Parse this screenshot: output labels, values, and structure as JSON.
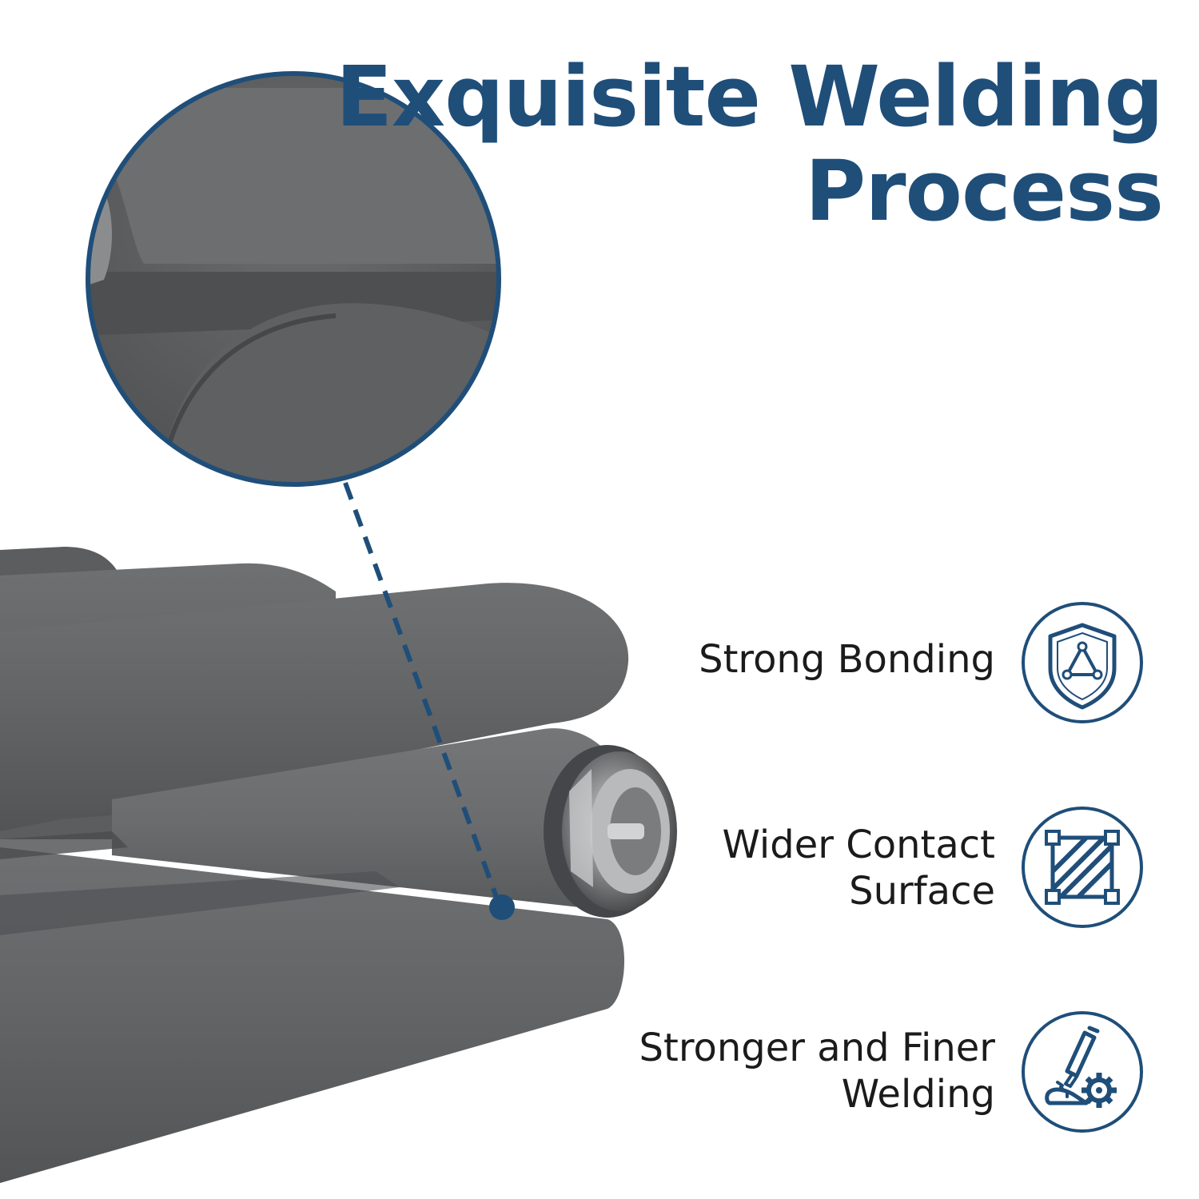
{
  "title": {
    "line1": "Exquisite Welding",
    "line2": "Process"
  },
  "features": [
    {
      "lines": [
        "Strong Bonding"
      ],
      "icon": "shield-icon"
    },
    {
      "lines": [
        "Wider Contact",
        "Surface"
      ],
      "icon": "contact-surface-icon"
    },
    {
      "lines": [
        "Stronger and Finer",
        "Welding"
      ],
      "icon": "welding-torch-icon"
    }
  ],
  "colors": {
    "accent": "#1f4e79",
    "text": "#1b1b1b",
    "tube": "#5f6163",
    "background": "#ffffff"
  }
}
